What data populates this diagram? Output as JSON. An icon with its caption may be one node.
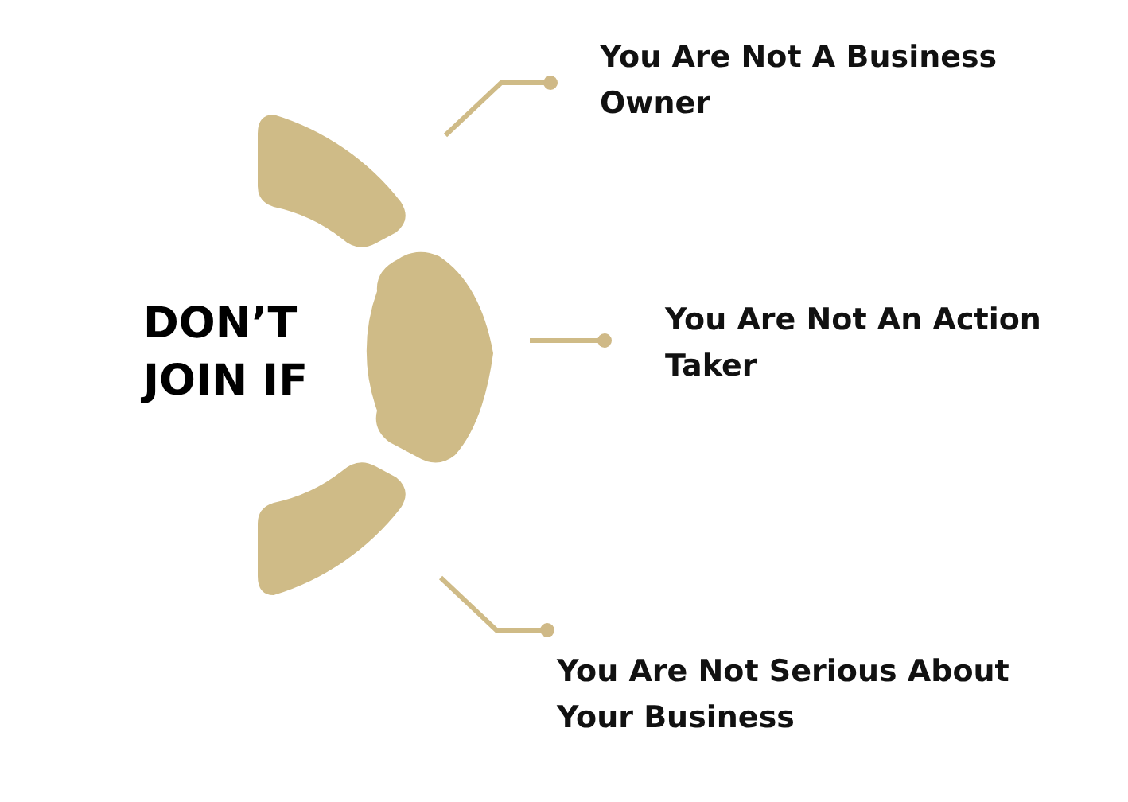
{
  "diagram": {
    "nodes": [
      {
        "text": [],
        "shape": "arc"
      },
      {
        "text": [],
        "shape": "arc"
      },
      {
        "text": [],
        "shape": "arc"
      },
      {
        "text": [
          "You Are Not A Business Owner"
        ]
      },
      {
        "text": [
          "You Are Not An Action Taker"
        ]
      },
      {
        "text": [
          "You Are Not Serious About Your Business"
        ]
      }
    ],
    "edges": [
      {
        "from": 3,
        "to": 0,
        "arrow": "other"
      },
      {
        "from": 4,
        "to": 1,
        "arrow": "other"
      },
      {
        "from": 5,
        "to": 2,
        "arrow": "other"
      }
    ],
    "labels": [
      "DON’T JOIN IF"
    ]
  }
}
